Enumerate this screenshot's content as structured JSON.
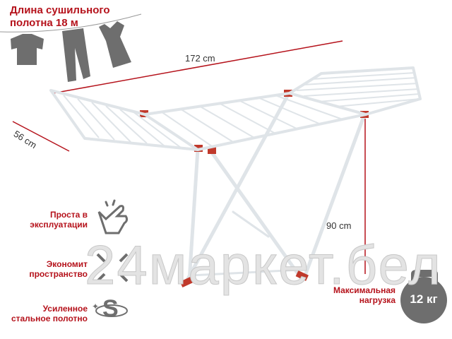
{
  "headline": {
    "line1": "Длина сушильного",
    "line2": "полотна 18 м"
  },
  "dimensions": {
    "length": "172 cm",
    "width": "56 cm",
    "height": "90 cm"
  },
  "features": [
    {
      "line1": "Проста в",
      "line2": "эксплуатации",
      "icon": "tap-hand-icon"
    },
    {
      "line1": "Экономит",
      "line2": "пространство",
      "icon": "compress-arrows-icon"
    },
    {
      "line1": "Усиленное",
      "line2": "стальное полотно",
      "icon": "steel-icon"
    }
  ],
  "load": {
    "line1": "Максимальная",
    "line2": "нагрузка",
    "value": "12 кг",
    "icon": "kettlebell-icon"
  },
  "watermark": "24маркет.бел",
  "colors": {
    "accent": "#b5121b",
    "icon": "#6e6e6e",
    "frame": "#e8ecef"
  }
}
